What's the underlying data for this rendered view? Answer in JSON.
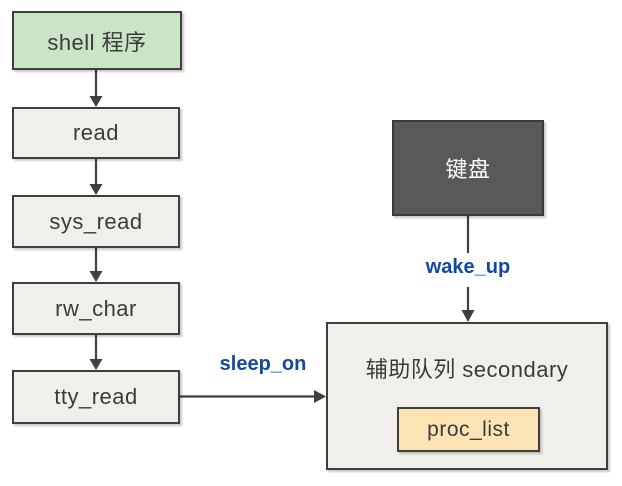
{
  "diagram": {
    "nodes": {
      "shell": {
        "label": "shell 程序"
      },
      "read": {
        "label": "read"
      },
      "sys_read": {
        "label": "sys_read"
      },
      "rw_char": {
        "label": "rw_char"
      },
      "tty_read": {
        "label": "tty_read"
      },
      "keyboard": {
        "label": "键盘"
      },
      "secondary_queue": {
        "label": "辅助队列 secondary"
      },
      "proc_list": {
        "label": "proc_list"
      }
    },
    "edges": {
      "sleep_on_label": "sleep_on",
      "wake_up_label": "wake_up"
    },
    "colors": {
      "shell_fill": "#cae4c6",
      "process_fill": "#f1efe9",
      "keyboard_fill": "#595959",
      "keyboard_text": "#ffffff",
      "secondary_fill": "#f1efe9",
      "proc_list_fill": "#fbe3b4",
      "border": "#3f3f3f",
      "arrow": "#3f3f3f",
      "edge_label": "#1248a5",
      "text": "#3b3b3b"
    }
  }
}
